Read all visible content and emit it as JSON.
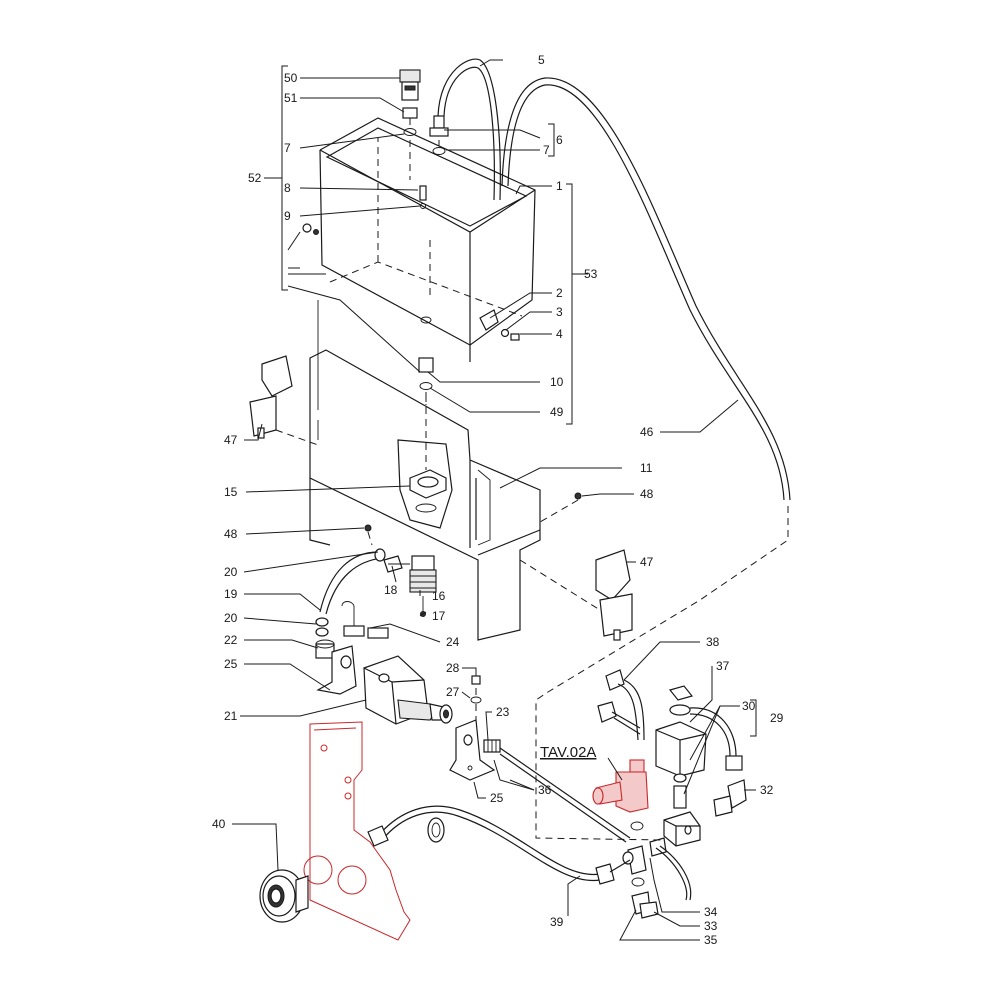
{
  "callouts": {
    "c1": "1",
    "c2": "2",
    "c3": "3",
    "c4": "4",
    "c5": "5",
    "c6": "6",
    "c7a": "7",
    "c7b": "7",
    "c8": "8",
    "c9": "9",
    "c10": "10",
    "c11": "11",
    "c15": "15",
    "c16": "16",
    "c17": "17",
    "c18": "18",
    "c19": "19",
    "c20a": "20",
    "c20b": "20",
    "c21": "21",
    "c22": "22",
    "c23": "23",
    "c24": "24",
    "c25a": "25",
    "c25b": "25",
    "c27": "27",
    "c28": "28",
    "c29": "29",
    "c30": "30",
    "c32": "32",
    "c33": "33",
    "c34": "34",
    "c35": "35",
    "c36": "36",
    "c37": "37",
    "c38": "38",
    "c39": "39",
    "c40": "40",
    "c46": "46",
    "c47a": "47",
    "c47b": "47",
    "c48a": "48",
    "c48b": "48",
    "c49": "49",
    "c50": "50",
    "c51": "51",
    "c52": "52",
    "c53": "53"
  },
  "highlight_code": "TAV.02A",
  "colors": {
    "line": "#1a1a1a",
    "highlight": "#c8282a",
    "background": "#ffffff"
  }
}
